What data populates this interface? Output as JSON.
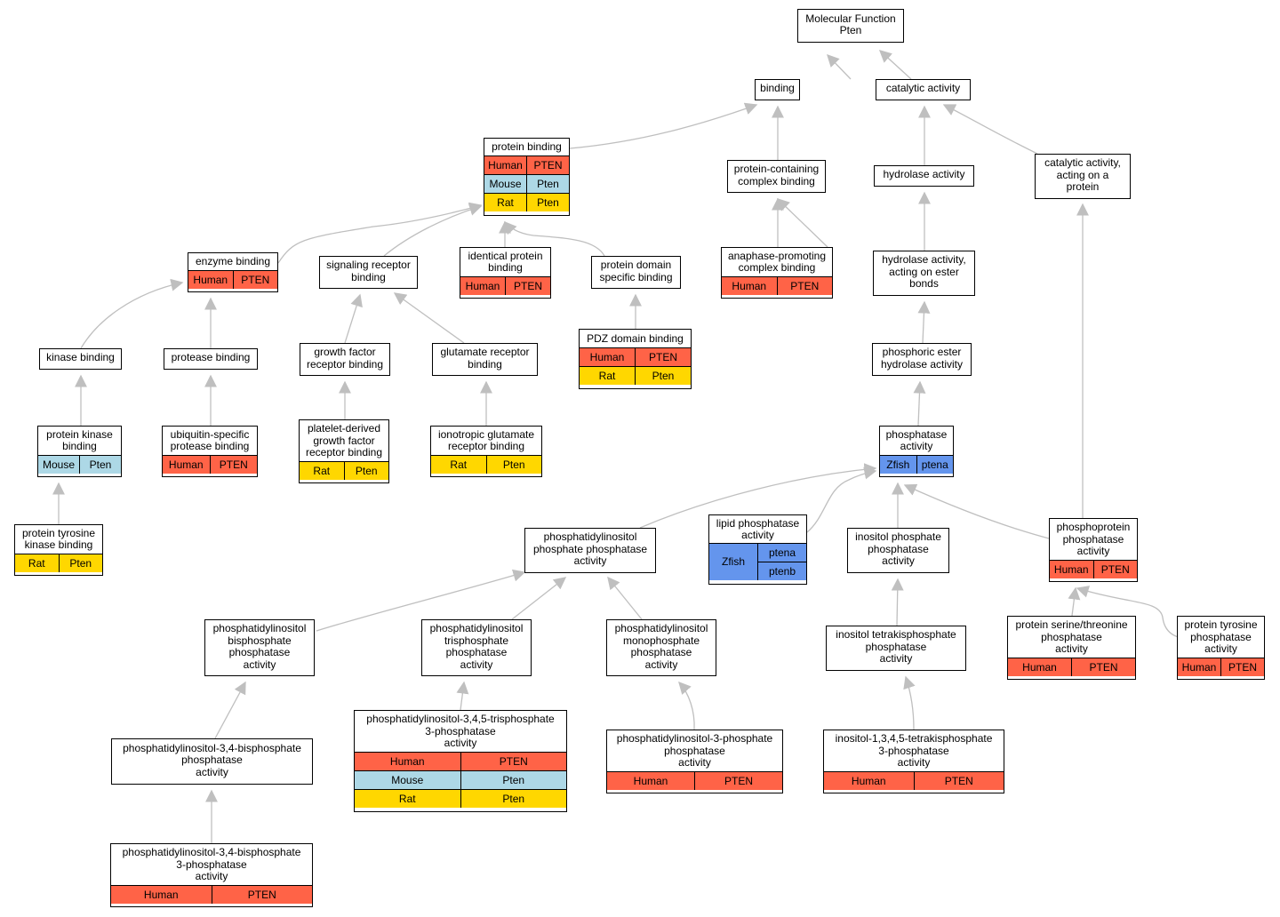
{
  "colors": {
    "Human": "#ff6347",
    "Mouse": "#add8e6",
    "Rat": "#ffd700",
    "Zfish": "#6495ed",
    "edge": "#bfbfbf"
  },
  "nodes": [
    {
      "id": "mf",
      "lines": [
        "Molecular Function",
        "Pten"
      ],
      "rows": []
    },
    {
      "id": "binding",
      "lines": [
        "binding"
      ],
      "rows": []
    },
    {
      "id": "catalytic",
      "lines": [
        "catalytic activity"
      ],
      "rows": []
    },
    {
      "id": "protein_binding",
      "lines": [
        "protein binding"
      ],
      "rows": [
        {
          "species": "Human",
          "gene": "PTEN"
        },
        {
          "species": "Mouse",
          "gene": "Pten"
        },
        {
          "species": "Rat",
          "gene": "Pten"
        }
      ]
    },
    {
      "id": "protein_complex",
      "lines": [
        "protein-containing",
        "complex binding"
      ],
      "rows": []
    },
    {
      "id": "hydrolase",
      "lines": [
        "hydrolase activity"
      ],
      "rows": []
    },
    {
      "id": "cat_protein",
      "lines": [
        "catalytic activity,",
        "acting on a",
        "protein"
      ],
      "rows": []
    },
    {
      "id": "enzyme_binding",
      "lines": [
        "enzyme binding"
      ],
      "rows": [
        {
          "species": "Human",
          "gene": "PTEN"
        }
      ]
    },
    {
      "id": "signaling_receptor",
      "lines": [
        "signaling receptor",
        "binding"
      ],
      "rows": []
    },
    {
      "id": "identical_protein",
      "lines": [
        "identical protein",
        "binding"
      ],
      "rows": [
        {
          "species": "Human",
          "gene": "PTEN"
        }
      ]
    },
    {
      "id": "protein_domain",
      "lines": [
        "protein domain",
        "specific binding"
      ],
      "rows": []
    },
    {
      "id": "anaphase",
      "lines": [
        "anaphase-promoting",
        "complex binding"
      ],
      "rows": [
        {
          "species": "Human",
          "gene": "PTEN"
        }
      ]
    },
    {
      "id": "hydrolase_ester",
      "lines": [
        "hydrolase activity,",
        "acting on ester",
        "bonds"
      ],
      "rows": []
    },
    {
      "id": "kinase_binding",
      "lines": [
        "kinase binding"
      ],
      "rows": []
    },
    {
      "id": "protease_binding",
      "lines": [
        "protease binding"
      ],
      "rows": []
    },
    {
      "id": "growth_factor",
      "lines": [
        "growth factor",
        "receptor binding"
      ],
      "rows": []
    },
    {
      "id": "glutamate_receptor",
      "lines": [
        "glutamate receptor",
        "binding"
      ],
      "rows": []
    },
    {
      "id": "pdz",
      "lines": [
        "PDZ domain binding"
      ],
      "rows": [
        {
          "species": "Human",
          "gene": "PTEN"
        },
        {
          "species": "Rat",
          "gene": "Pten"
        }
      ]
    },
    {
      "id": "phosphoric_ester",
      "lines": [
        "phosphoric ester",
        "hydrolase activity"
      ],
      "rows": []
    },
    {
      "id": "protein_kinase",
      "lines": [
        "protein kinase",
        "binding"
      ],
      "rows": [
        {
          "species": "Mouse",
          "gene": "Pten"
        }
      ]
    },
    {
      "id": "ubiquitin",
      "lines": [
        "ubiquitin-specific",
        "protease binding"
      ],
      "rows": [
        {
          "species": "Human",
          "gene": "PTEN"
        }
      ]
    },
    {
      "id": "platelet",
      "lines": [
        "platelet-derived",
        "growth factor",
        "receptor binding"
      ],
      "rows": [
        {
          "species": "Rat",
          "gene": "Pten"
        }
      ]
    },
    {
      "id": "ionotropic",
      "lines": [
        "ionotropic glutamate",
        "receptor binding"
      ],
      "rows": [
        {
          "species": "Rat",
          "gene": "Pten"
        }
      ]
    },
    {
      "id": "phosphatase",
      "lines": [
        "phosphatase",
        "activity"
      ],
      "rows": [
        {
          "species": "Zfish",
          "gene": "ptena"
        }
      ]
    },
    {
      "id": "tyrosine_kinase_binding",
      "lines": [
        "protein tyrosine",
        "kinase binding"
      ],
      "rows": [
        {
          "species": "Rat",
          "gene": "Pten"
        }
      ]
    },
    {
      "id": "pip_phosphatase",
      "lines": [
        "phosphatidylinositol",
        "phosphate phosphatase",
        "activity"
      ],
      "rows": []
    },
    {
      "id": "lipid_phosphatase",
      "lines": [
        "lipid phosphatase",
        "activity"
      ],
      "block": {
        "species": "Zfish",
        "genes": [
          "ptena",
          "ptenb"
        ]
      }
    },
    {
      "id": "inositol_phosphate",
      "lines": [
        "inositol phosphate",
        "phosphatase",
        "activity"
      ],
      "rows": []
    },
    {
      "id": "phosphoprotein",
      "lines": [
        "phosphoprotein",
        "phosphatase",
        "activity"
      ],
      "rows": [
        {
          "species": "Human",
          "gene": "PTEN"
        }
      ]
    },
    {
      "id": "pi_bis",
      "lines": [
        "phosphatidylinositol",
        "bisphosphate",
        "phosphatase",
        "activity"
      ],
      "rows": []
    },
    {
      "id": "pi_tris",
      "lines": [
        "phosphatidylinositol",
        "trisphosphate",
        "phosphatase",
        "activity"
      ],
      "rows": []
    },
    {
      "id": "pi_mono",
      "lines": [
        "phosphatidylinositol",
        "monophosphate",
        "phosphatase",
        "activity"
      ],
      "rows": []
    },
    {
      "id": "inositol_tetrakis",
      "lines": [
        "inositol tetrakisphosphate",
        "phosphatase",
        "activity"
      ],
      "rows": []
    },
    {
      "id": "ser_thr",
      "lines": [
        "protein serine/threonine",
        "phosphatase",
        "activity"
      ],
      "rows": [
        {
          "species": "Human",
          "gene": "PTEN"
        }
      ]
    },
    {
      "id": "tyr_phosphatase",
      "lines": [
        "protein tyrosine",
        "phosphatase",
        "activity"
      ],
      "rows": [
        {
          "species": "Human",
          "gene": "PTEN"
        }
      ]
    },
    {
      "id": "pi34_phosphatase",
      "lines": [
        "phosphatidylinositol-3,4-bisphosphate",
        "phosphatase",
        "activity"
      ],
      "rows": []
    },
    {
      "id": "pi345_3phosphatase",
      "lines": [
        "phosphatidylinositol-3,4,5-trisphosphate",
        "3-phosphatase",
        "activity"
      ],
      "rows": [
        {
          "species": "Human",
          "gene": "PTEN"
        },
        {
          "species": "Mouse",
          "gene": "Pten"
        },
        {
          "species": "Rat",
          "gene": "Pten"
        }
      ]
    },
    {
      "id": "pi3_phosphatase",
      "lines": [
        "phosphatidylinositol-3-phosphate",
        "phosphatase",
        "activity"
      ],
      "rows": [
        {
          "species": "Human",
          "gene": "PTEN"
        }
      ]
    },
    {
      "id": "ins1345",
      "lines": [
        "inositol-1,3,4,5-tetrakisphosphate",
        "3-phosphatase",
        "activity"
      ],
      "rows": [
        {
          "species": "Human",
          "gene": "PTEN"
        }
      ]
    },
    {
      "id": "pi34_3phosphatase",
      "lines": [
        "phosphatidylinositol-3,4-bisphosphate",
        "3-phosphatase",
        "activity"
      ],
      "rows": [
        {
          "species": "Human",
          "gene": "PTEN"
        }
      ]
    }
  ]
}
